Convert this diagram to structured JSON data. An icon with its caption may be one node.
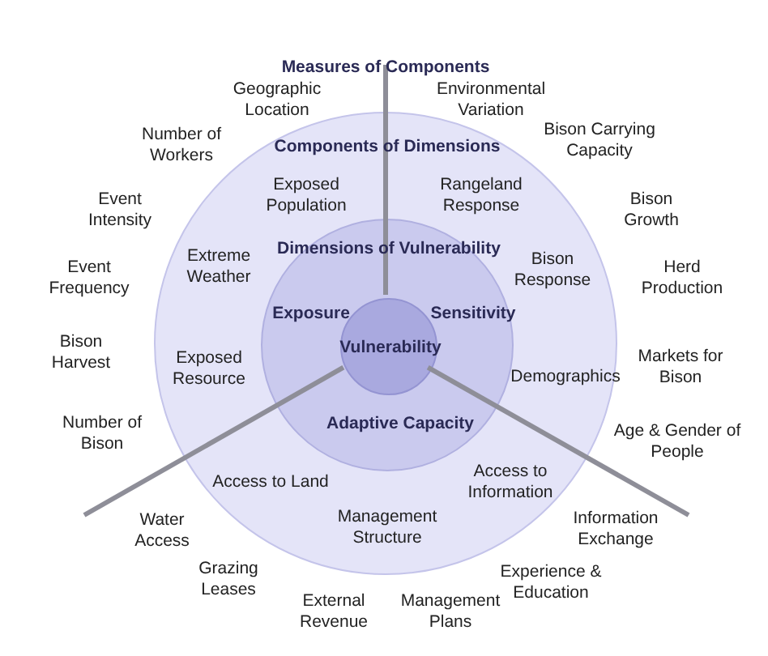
{
  "diagram": {
    "nodes": [
      {
        "text": [
          "Components of Dimensions",
          "Exposed Population",
          "Rangeland Response",
          "Extreme Weather",
          "Bison Response",
          "Exposed Resource",
          "Demographics",
          "Access to Land",
          "Access to Information",
          "Management Structure"
        ]
      },
      {
        "text": [
          "Dimensions of Vulnerability",
          "Exposure",
          "Sensitivity",
          "Adaptive Capacity"
        ],
        "in": 0
      },
      {
        "text": [
          "Vulnerability"
        ],
        "in": 1
      }
    ],
    "labels": [
      "Measures of Components",
      "Geographic Location",
      "Environmental Variation",
      "Number of Workers",
      "Bison Carrying Capacity",
      "Event Intensity",
      "Bison Growth",
      "Event Frequency",
      "Herd Production",
      "Bison Harvest",
      "Markets for Bison",
      "Number of Bison",
      "Age & Gender of People",
      "Water Access",
      "Information Exchange",
      "Grazing Leases",
      "Experience & Education",
      "External Revenue",
      "Management Plans"
    ]
  }
}
